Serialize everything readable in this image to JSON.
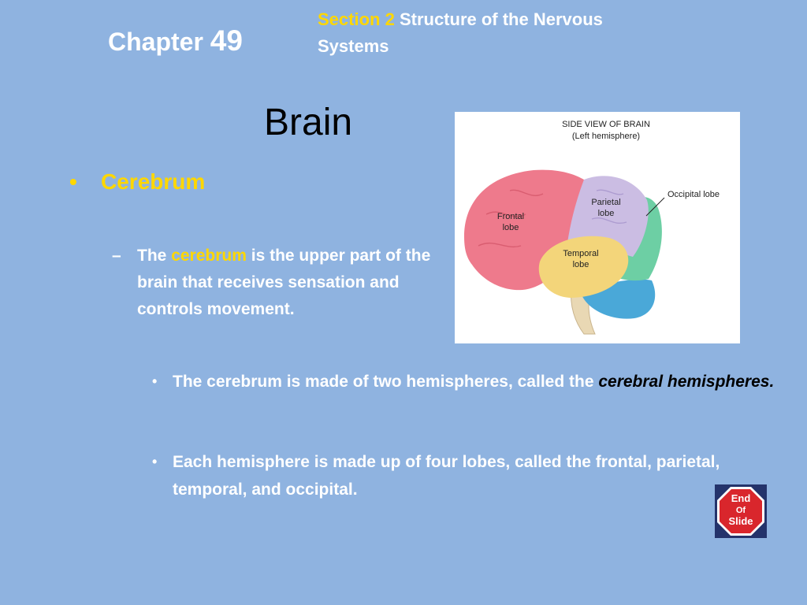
{
  "header": {
    "chapter_label": "Chapter",
    "chapter_number": "49",
    "section_label": "Section 2",
    "section_title": "Structure of the Nervous Systems"
  },
  "slide": {
    "title": "Brain",
    "bullet1": "Cerebrum",
    "sub_pre": "The",
    "sub_highlight": "cerebrum",
    "sub_post": "is the upper part of the brain that receives sensation and controls movement.",
    "b3a_pre": "The cerebrum is made of two hemispheres, called the",
    "b3a_em": "cerebral hemispheres.",
    "b3b": "Each hemisphere is made up of four lobes, called the frontal, parietal, temporal, and occipital."
  },
  "figure": {
    "title_line1": "SIDE VIEW OF BRAIN",
    "title_line2": "(Left hemisphere)",
    "frontal_line1": "Frontal",
    "frontal_line2": "lobe",
    "parietal_line1": "Parietal",
    "parietal_line2": "lobe",
    "temporal_line1": "Temporal",
    "temporal_line2": "lobe",
    "occipital": "Occipital lobe"
  },
  "end_button": {
    "line1": "End",
    "line2": "Of",
    "line3": "Slide"
  },
  "colors": {
    "background": "#8fb3e0",
    "highlight": "#ffd700",
    "frontal": "#ee7a8c",
    "parietal": "#cbbde3",
    "temporal": "#f3d57a",
    "occipital": "#6dcfa4",
    "cerebellum": "#4aa8d8",
    "stop_sign": "#d9262c"
  }
}
